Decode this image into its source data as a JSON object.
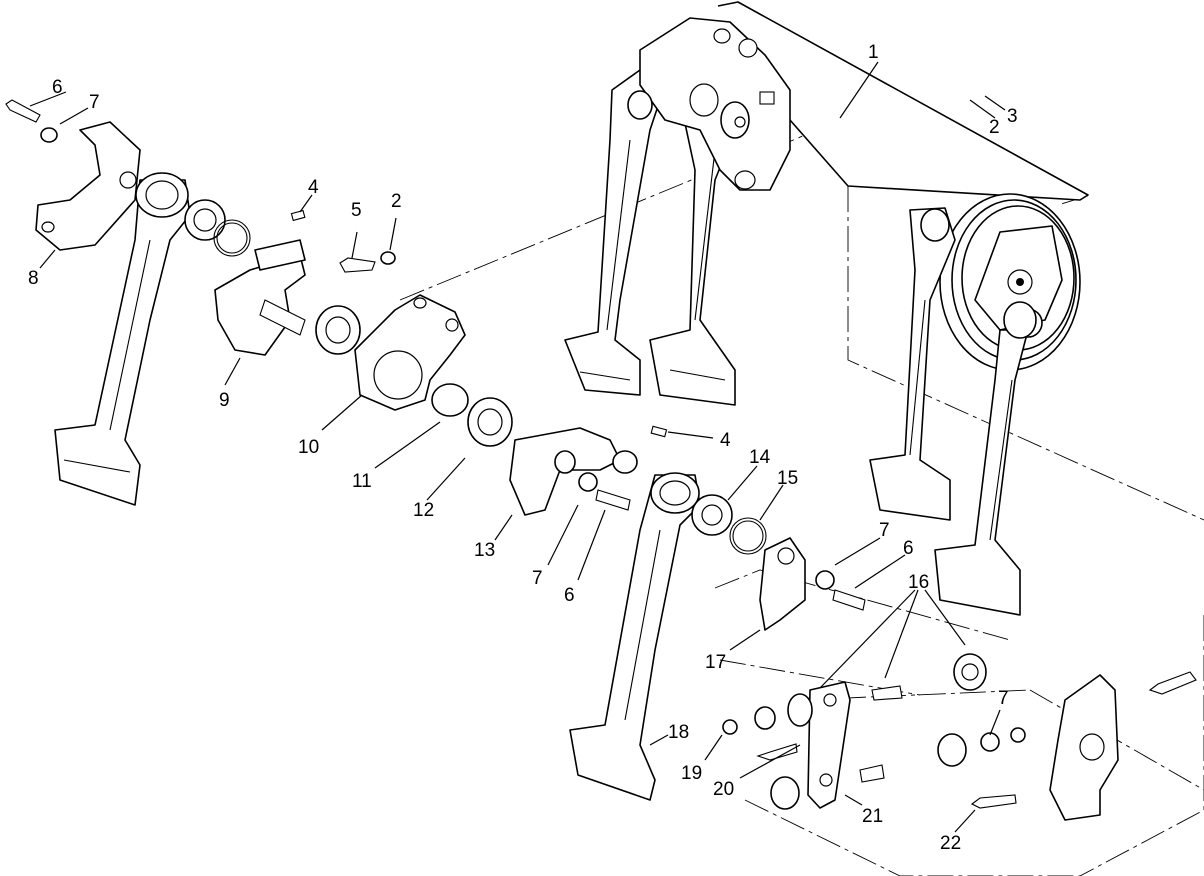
{
  "diagram": {
    "callouts": [
      {
        "id": "c1",
        "label": "1"
      },
      {
        "id": "c2a",
        "label": "2"
      },
      {
        "id": "c3",
        "label": "3"
      },
      {
        "id": "c2b",
        "label": "2"
      },
      {
        "id": "c4a",
        "label": "4"
      },
      {
        "id": "c5",
        "label": "5"
      },
      {
        "id": "c6a",
        "label": "6"
      },
      {
        "id": "c7a",
        "label": "7"
      },
      {
        "id": "c8",
        "label": "8"
      },
      {
        "id": "c9",
        "label": "9"
      },
      {
        "id": "c10",
        "label": "10"
      },
      {
        "id": "c11",
        "label": "11"
      },
      {
        "id": "c12",
        "label": "12"
      },
      {
        "id": "c13",
        "label": "13"
      },
      {
        "id": "c7b",
        "label": "7"
      },
      {
        "id": "c6b",
        "label": "6"
      },
      {
        "id": "c4b",
        "label": "4"
      },
      {
        "id": "c14",
        "label": "14"
      },
      {
        "id": "c15",
        "label": "15"
      },
      {
        "id": "c7c",
        "label": "7"
      },
      {
        "id": "c6c",
        "label": "6"
      },
      {
        "id": "c16",
        "label": "16"
      },
      {
        "id": "c17",
        "label": "17"
      },
      {
        "id": "c18",
        "label": "18"
      },
      {
        "id": "c19",
        "label": "19"
      },
      {
        "id": "c20",
        "label": "20"
      },
      {
        "id": "c21",
        "label": "21"
      },
      {
        "id": "c22",
        "label": "22"
      },
      {
        "id": "c7d",
        "label": "7"
      }
    ]
  }
}
